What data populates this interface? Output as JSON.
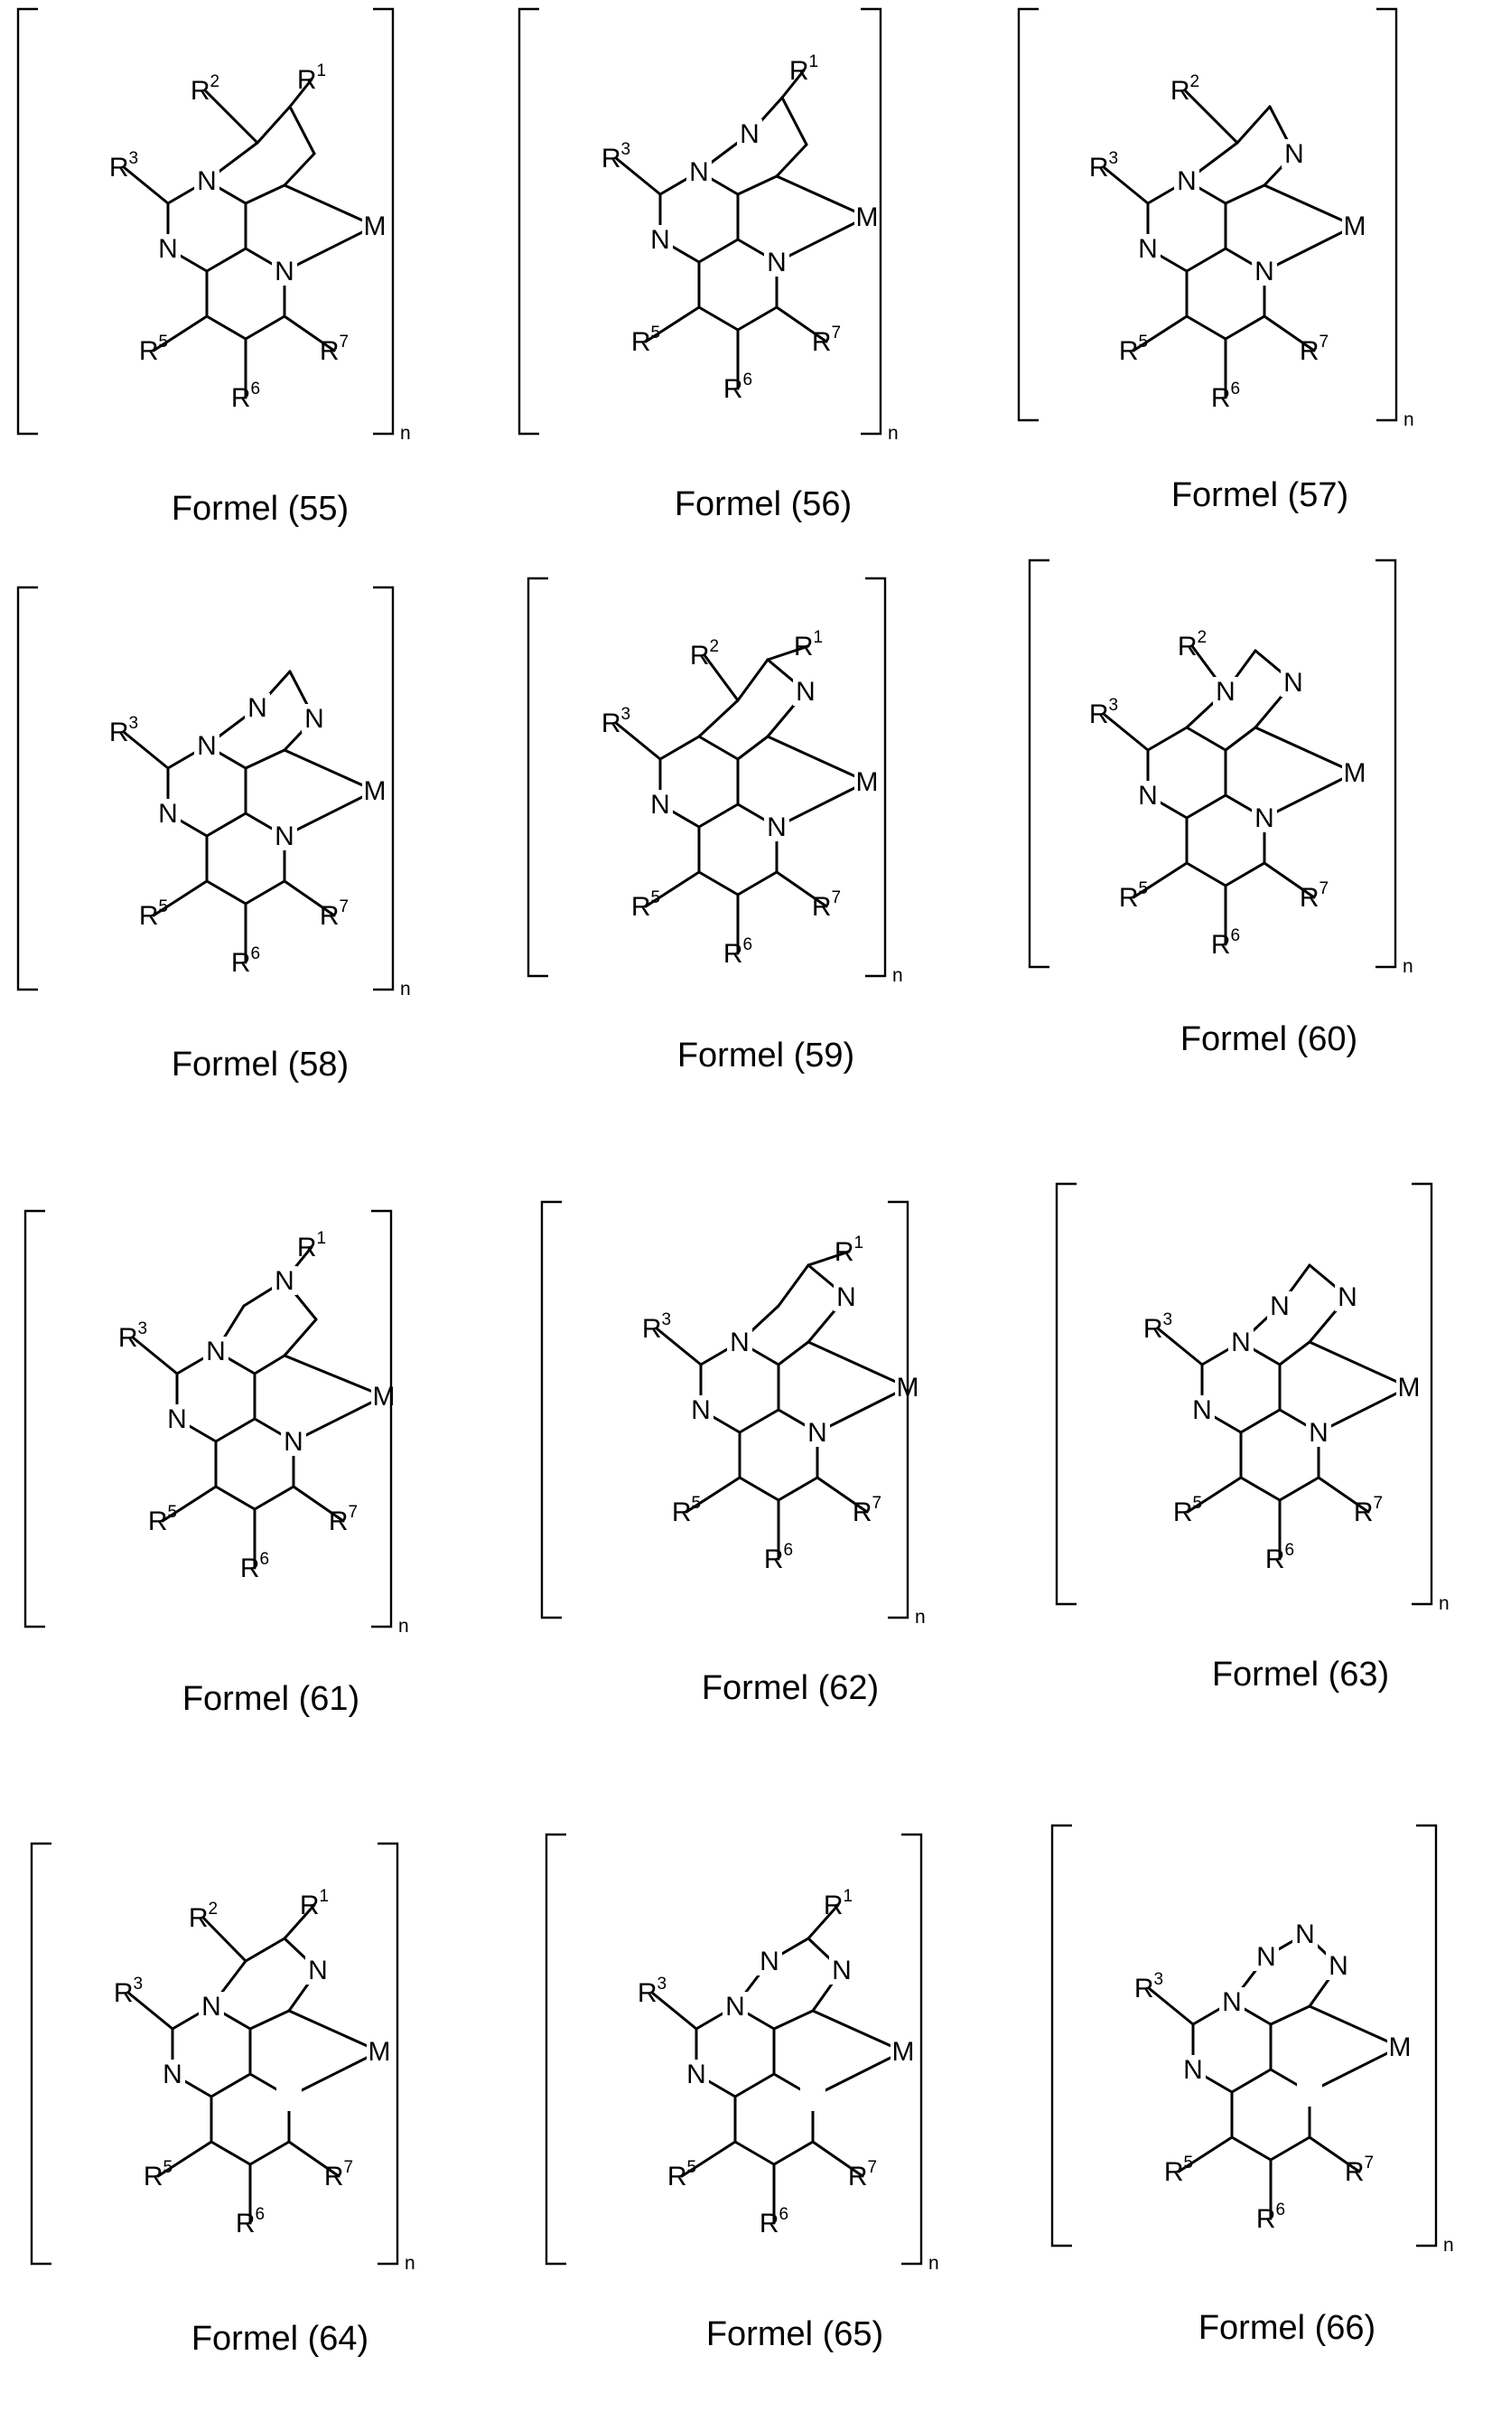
{
  "page": {
    "formulas": [
      {
        "caption": "Formel (55)",
        "template": "pyrrole_c",
        "atoms": {
          "a": "N",
          "b": null,
          "c": null,
          "x": null
        },
        "subs": [
          "R1",
          "R2",
          "R3",
          "R5",
          "R6",
          "R7"
        ],
        "n": "n",
        "metal": "M"
      },
      {
        "caption": "Formel (56)",
        "template": "pyrrole_c",
        "atoms": {
          "a": "N",
          "b": "N",
          "c": null,
          "x": null
        },
        "subs": [
          "R1",
          "R3",
          "R5",
          "R6",
          "R7"
        ],
        "n": "n",
        "metal": "M"
      },
      {
        "caption": "Formel (57)",
        "template": "pyrrole_c",
        "atoms": {
          "a": "N",
          "b": null,
          "c": "N",
          "x": null
        },
        "subs": [
          "R2",
          "R3",
          "R5",
          "R6",
          "R7"
        ],
        "n": "n",
        "metal": "M"
      },
      {
        "caption": "Formel (58)",
        "template": "pyrrole_c",
        "atoms": {
          "a": "N",
          "b": "N",
          "c": "N",
          "x": null
        },
        "subs": [
          "R3",
          "R5",
          "R6",
          "R7"
        ],
        "n": "n",
        "metal": "M"
      },
      {
        "caption": "Formel (59)",
        "template": "pyrrole_n",
        "atoms": {
          "a": null,
          "b": null,
          "c": "N",
          "x": null
        },
        "subs": [
          "R1",
          "R2",
          "R3",
          "R5",
          "R6",
          "R7"
        ],
        "n": "n",
        "metal": "M"
      },
      {
        "caption": "Formel (60)",
        "template": "pyrrole_n",
        "atoms": {
          "a": null,
          "b": "N",
          "c": "N",
          "x": null
        },
        "subs": [
          "R2",
          "R3",
          "R5",
          "R6",
          "R7"
        ],
        "n": "n",
        "metal": "M"
      },
      {
        "caption": "Formel (61)",
        "template": "imidazo_a",
        "atoms": {
          "a": "N",
          "b": null,
          "c": null,
          "x": "N"
        },
        "subs": [
          "R1",
          "R3",
          "R5",
          "R6",
          "R7"
        ],
        "n": "n",
        "metal": "M"
      },
      {
        "caption": "Formel (62)",
        "template": "pyrrole_n",
        "atoms": {
          "a": "N",
          "b": null,
          "c": "N",
          "x": null
        },
        "subs": [
          "R1",
          "R3",
          "R5",
          "R6",
          "R7"
        ],
        "n": "n",
        "metal": "M"
      },
      {
        "caption": "Formel (63)",
        "template": "pyrrole_n",
        "atoms": {
          "a": "N",
          "b": "N",
          "c": "N",
          "x": null
        },
        "subs": [
          "R3",
          "R5",
          "R6",
          "R7"
        ],
        "n": "n",
        "metal": "M"
      },
      {
        "caption": "Formel (64)",
        "template": "imidazo_b",
        "atoms": {
          "a": "N",
          "b": null,
          "c": "N",
          "x": null
        },
        "subs": [
          "R1",
          "R2",
          "R3",
          "R5",
          "R6",
          "R7"
        ],
        "n": "n",
        "metal": "M"
      },
      {
        "caption": "Formel (65)",
        "template": "imidazo_b",
        "atoms": {
          "a": "N",
          "b": "N",
          "c": "N",
          "x": null
        },
        "subs": [
          "R1",
          "R3",
          "R5",
          "R6",
          "R7"
        ],
        "n": "n",
        "metal": "M"
      },
      {
        "caption": "Formel (66)",
        "template": "imidazo_b",
        "atoms": {
          "a": "N",
          "b": "N",
          "c": "N",
          "x": "N"
        },
        "subs": [
          "R3",
          "R5",
          "R6",
          "R7"
        ],
        "n": "n",
        "metal": "M"
      }
    ]
  }
}
